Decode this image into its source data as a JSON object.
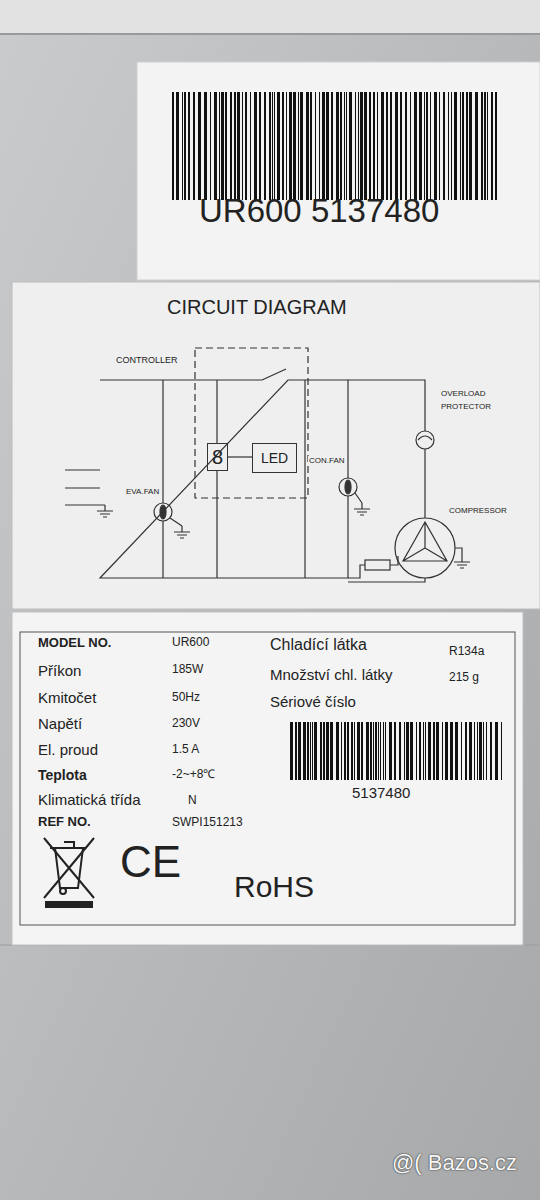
{
  "diagram": {
    "nodes": [
      {
        "text": [
          "UR600 5137480"
        ]
      },
      {
        "text": [
          "CIRCUIT DIAGRAM",
          "CONTROLLER",
          "EVA.FAN",
          "CON.FAN",
          "OVERLOAD PROTECTOR",
          "COMPRESSOR"
        ]
      },
      {
        "text": [
          "8"
        ],
        "in": 1
      },
      {
        "text": [
          "LED"
        ],
        "in": 1
      },
      {
        "text": [
          "MODEL NO.",
          "UR600",
          "Chladící látka",
          "R134a",
          "Příkon",
          "185W",
          "Množství chl. látky",
          "215 g",
          "Kmitočet",
          "50Hz",
          "Sériové číslo",
          "Napětí",
          "230V",
          "El. proud",
          "1.5 A",
          "5137480",
          "Teplota",
          "-2~+8℃",
          "Klimatická třída",
          "N",
          "REF NO.",
          "SWPI151213",
          "CE",
          "RoHS"
        ]
      }
    ],
    "edges": [
      {
        "from": 2,
        "to": 3,
        "arrow": "none"
      }
    ],
    "labels": [
      "@( Bazos.cz"
    ]
  }
}
